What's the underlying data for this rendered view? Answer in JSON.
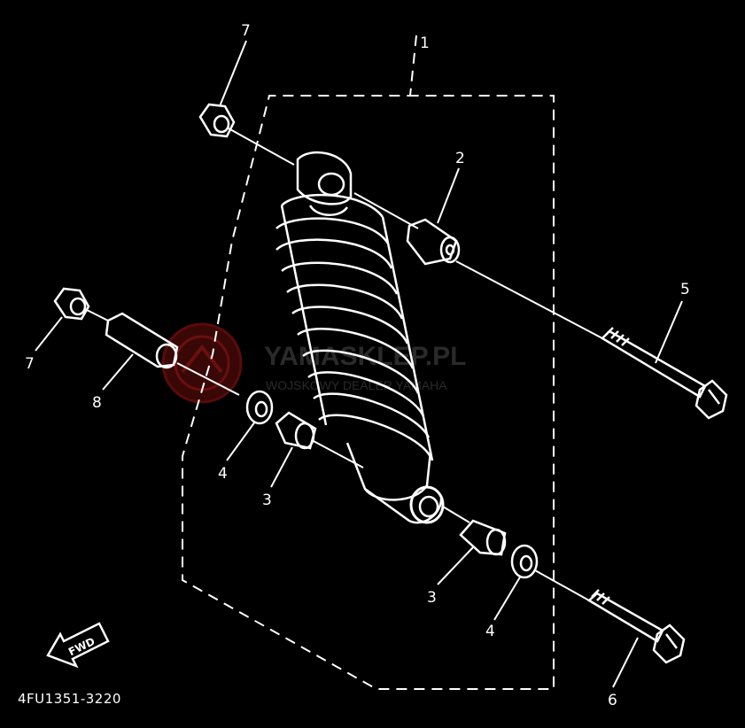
{
  "diagram": {
    "callouts": [
      "1",
      "2",
      "3",
      "3",
      "4",
      "4",
      "5",
      "6",
      "7",
      "7",
      "8"
    ],
    "part_code": "4FU1351-3220",
    "front_arrow_label": "FWD",
    "watermark": {
      "title": "YAMASKLEP.PL",
      "subtitle": "WOJSKOWY DEALER YAMAHA"
    },
    "colors": {
      "background": "#000000",
      "line": "#ffffff",
      "watermark": "#7a0d0d"
    }
  }
}
